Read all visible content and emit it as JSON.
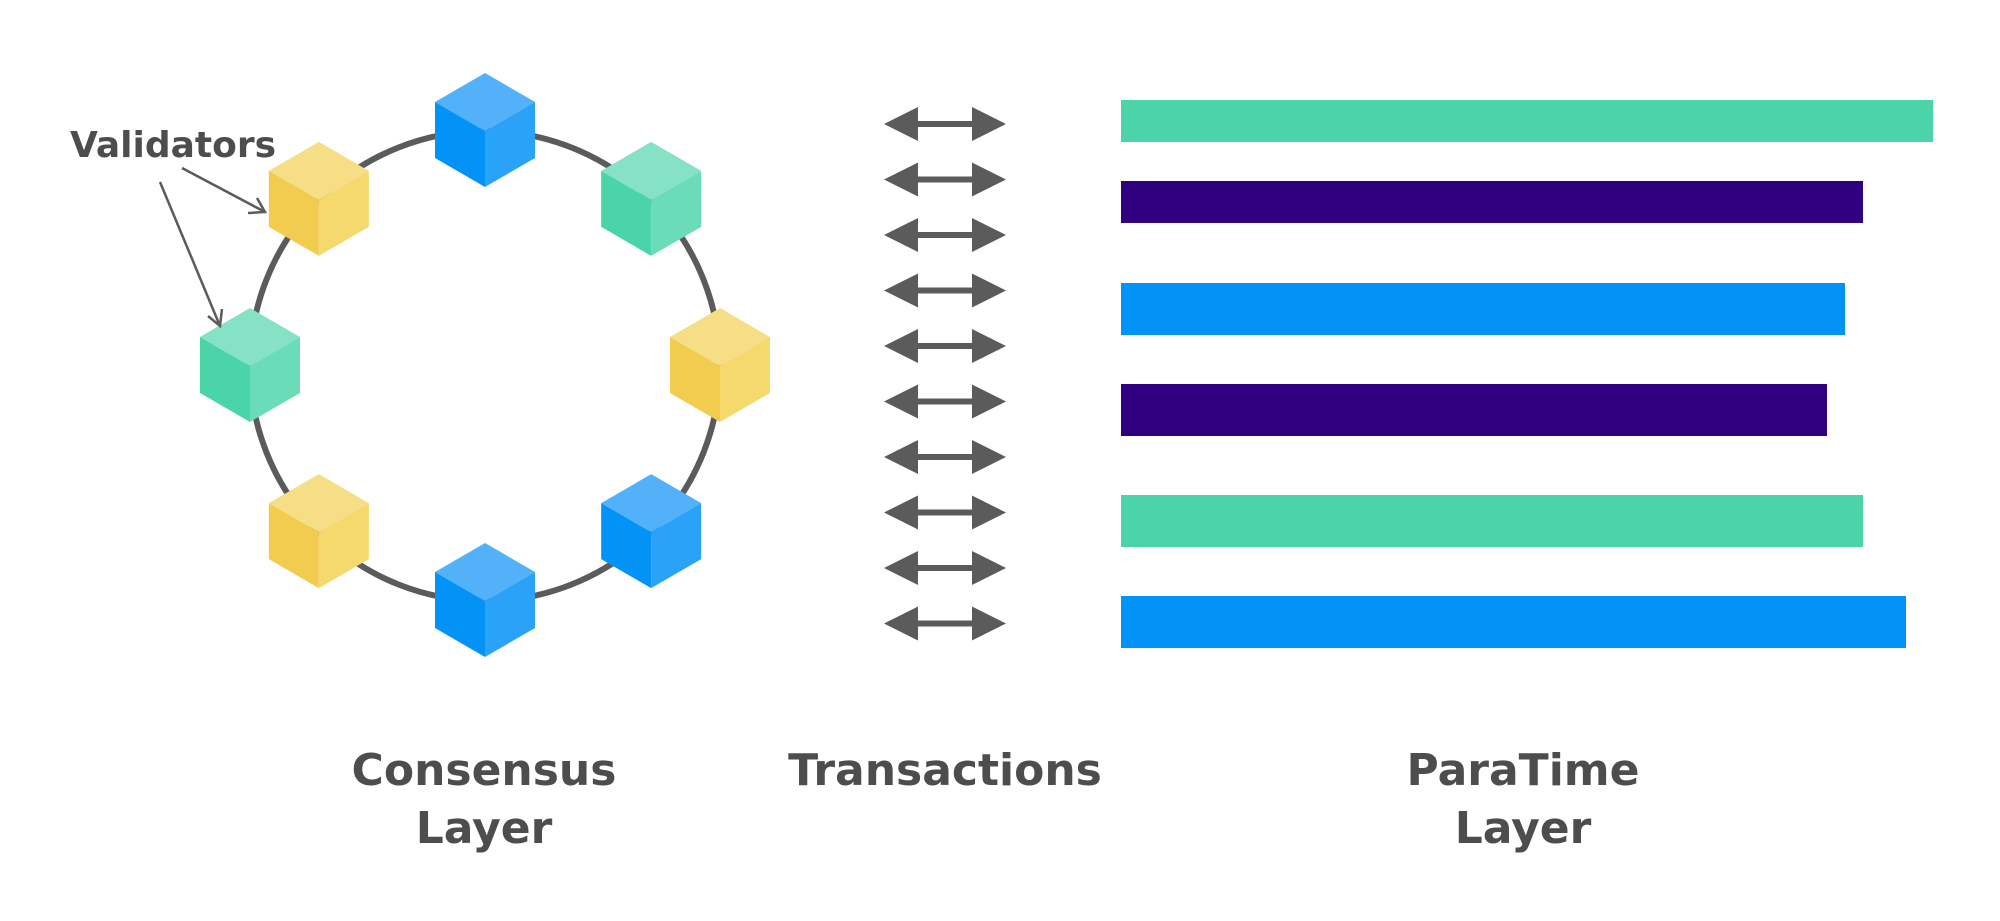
{
  "colors": {
    "green": "#4cd4a9",
    "purple": "#2f007f",
    "blue": "#0392f6",
    "yellow": "#f2c94c",
    "gray": "#5b5b5b"
  },
  "annotation": {
    "validators": "Validators"
  },
  "labels": {
    "consensus_line1": "Consensus",
    "consensus_line2": "Layer",
    "transactions": "Transactions",
    "paratime_line1": "ParaTime",
    "paratime_line2": "Layer"
  },
  "validators": [
    {
      "color": "blue",
      "icon": "cube-icon"
    },
    {
      "color": "green",
      "icon": "cube-icon"
    },
    {
      "color": "yellow",
      "icon": "cube-icon"
    },
    {
      "color": "blue",
      "icon": "cube-icon"
    },
    {
      "color": "blue",
      "icon": "cube-icon"
    },
    {
      "color": "yellow",
      "icon": "cube-icon"
    },
    {
      "color": "green",
      "icon": "cube-icon"
    },
    {
      "color": "yellow",
      "icon": "cube-icon"
    }
  ],
  "transactions": {
    "arrow_count": 10,
    "icon": "double-arrow-icon"
  },
  "paratimes": [
    {
      "color": "green"
    },
    {
      "color": "purple"
    },
    {
      "color": "blue"
    },
    {
      "color": "purple"
    },
    {
      "color": "green"
    },
    {
      "color": "blue"
    }
  ]
}
